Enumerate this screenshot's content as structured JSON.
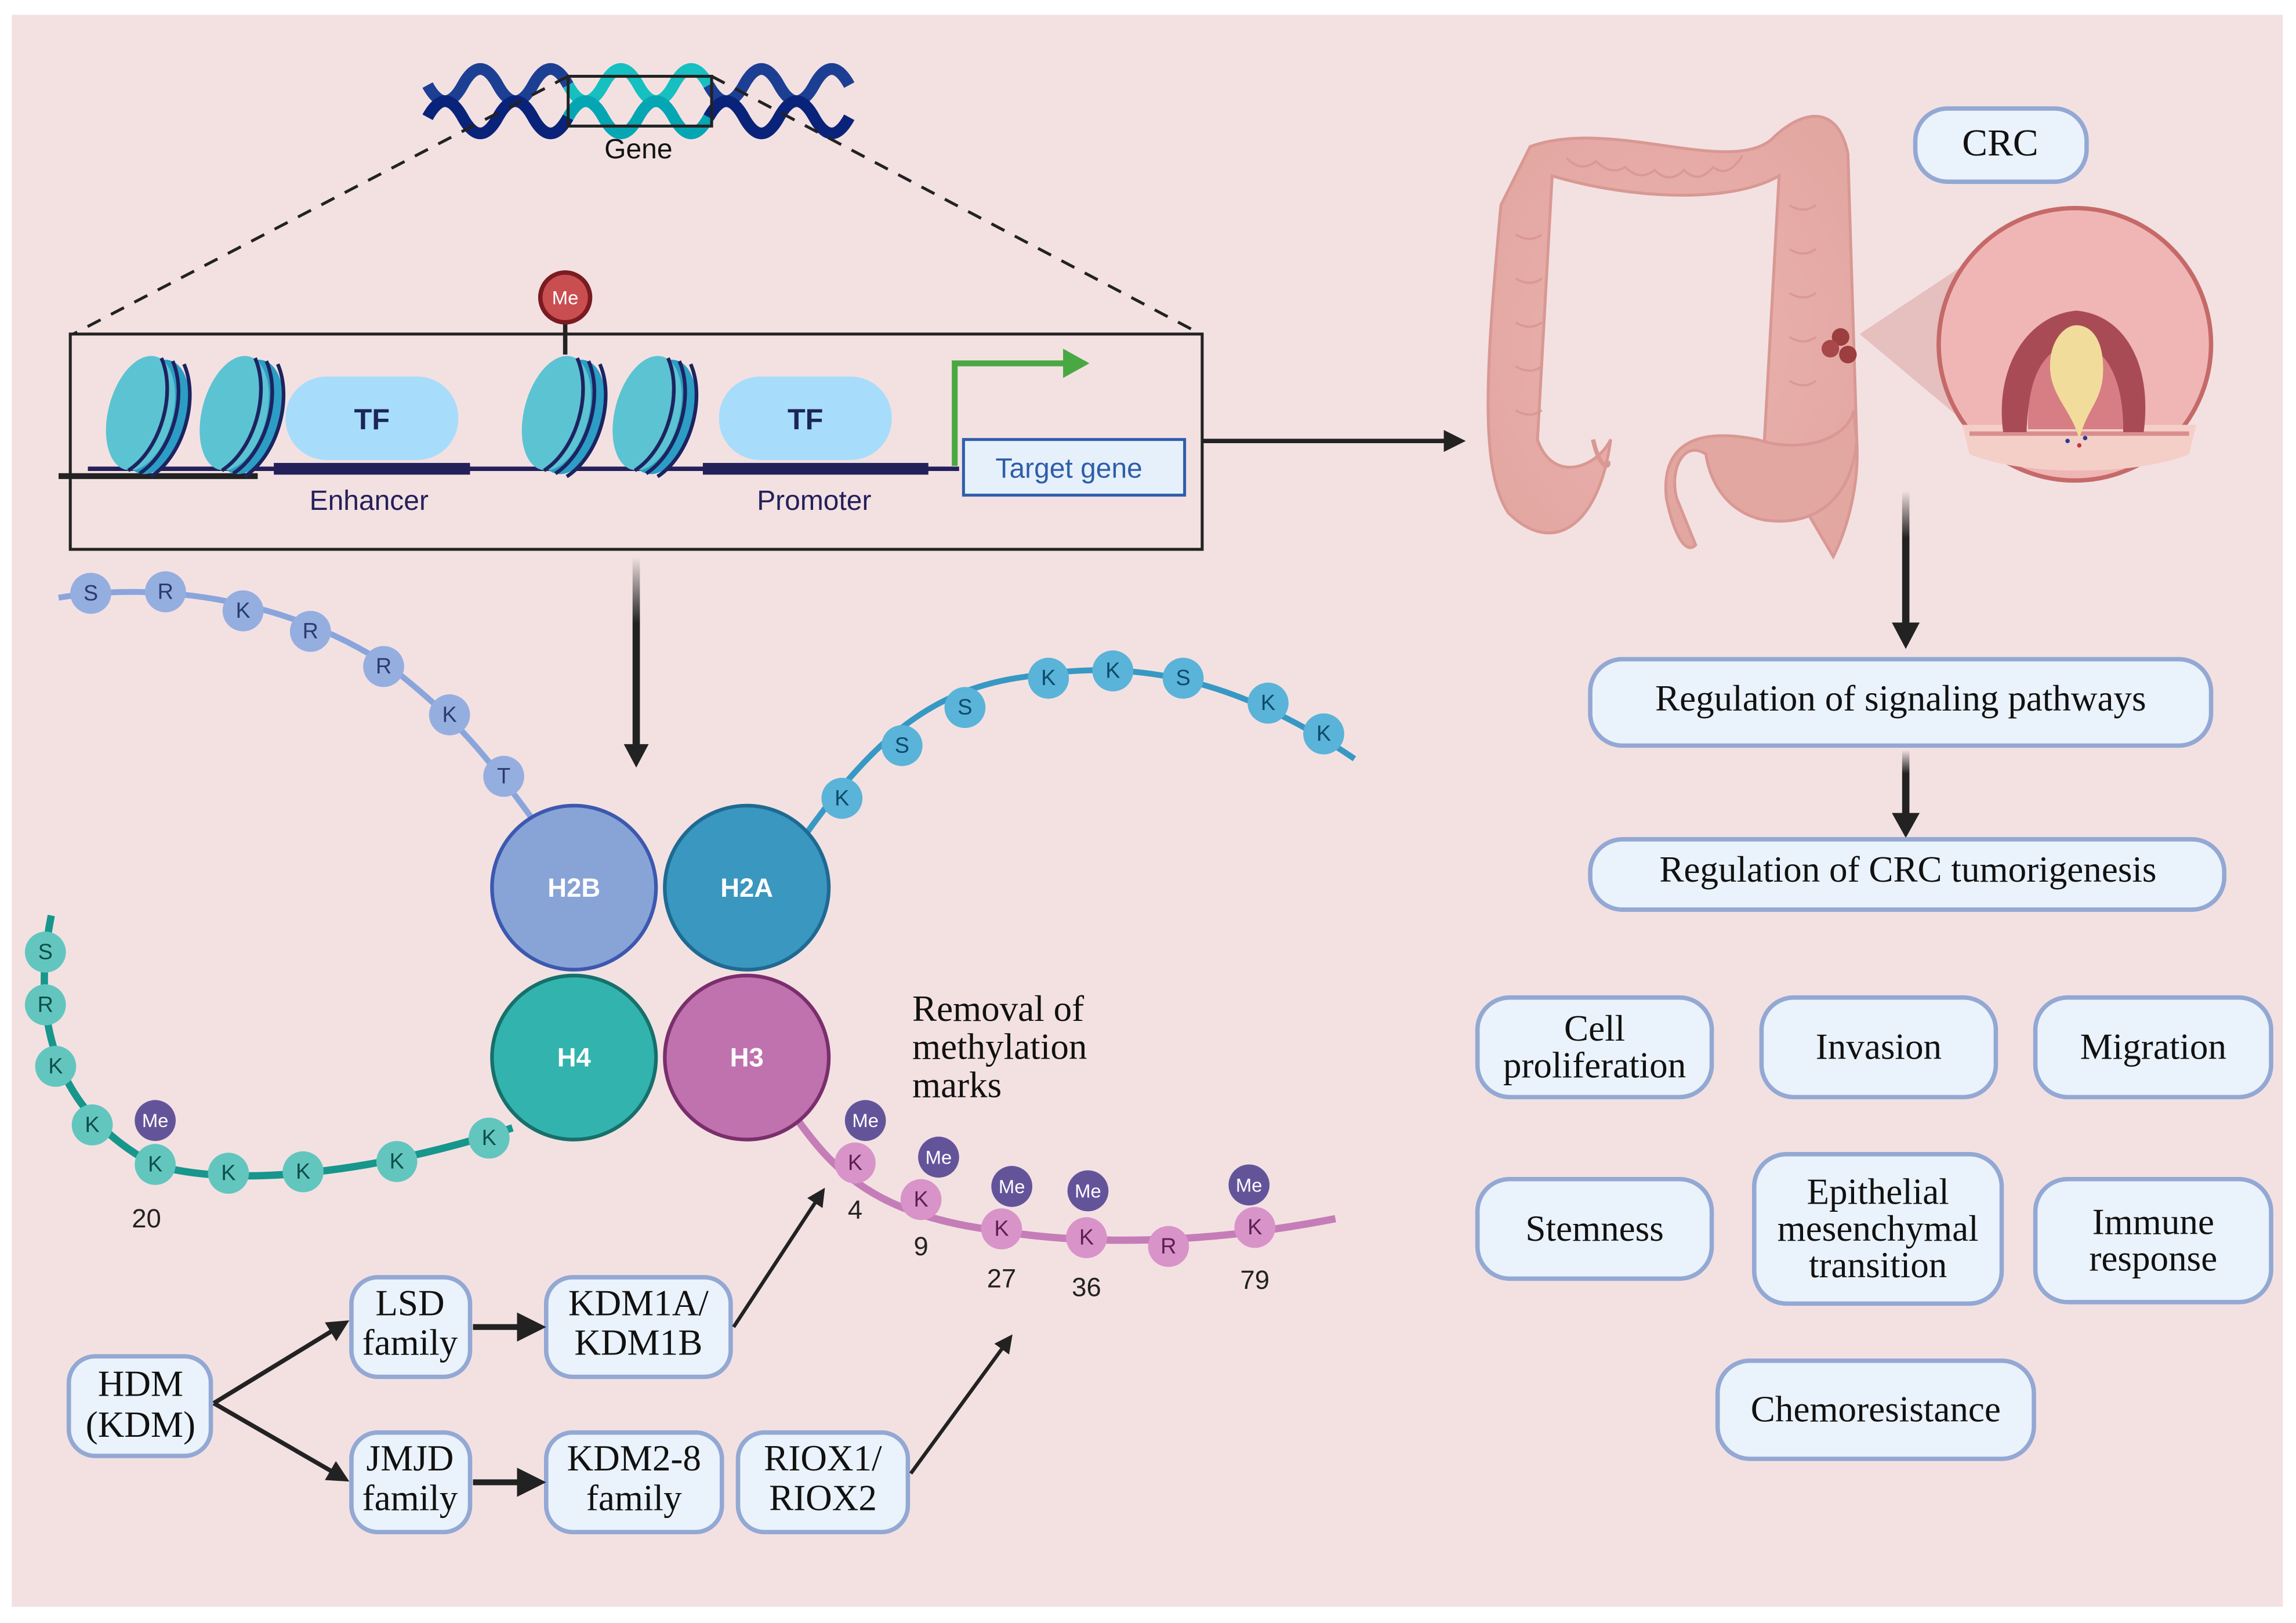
{
  "figure": {
    "background": "#f3e1e2",
    "gene_section": {
      "gene_label": "Gene",
      "methyl_mark": "Me",
      "tf_left": "TF",
      "tf_right": "TF",
      "enhancer_label": "Enhancer",
      "promoter_label": "Promoter",
      "target_gene_label": "Target gene"
    },
    "histones": {
      "core": [
        {
          "id": "h2b",
          "label": "H2B",
          "color": "#88a3d5",
          "stroke": "#3c58b0"
        },
        {
          "id": "h2a",
          "label": "H2A",
          "color": "#3a97bf",
          "stroke": "#1f6a92"
        },
        {
          "id": "h4",
          "label": "H4",
          "color": "#33b3ad",
          "stroke": "#17706b"
        },
        {
          "id": "h3",
          "label": "H3",
          "color": "#bf72ae",
          "stroke": "#7a2f6c"
        }
      ],
      "h2b_tail": {
        "color": "#95aee0",
        "text_color": "#2c3a6e",
        "residues": [
          "S",
          "R",
          "K",
          "R",
          "R",
          "K",
          "T"
        ]
      },
      "h2a_tail": {
        "color": "#5ab3d8",
        "text_color": "#0d4a6b",
        "residues": [
          "K",
          "S",
          "S",
          "K",
          "K",
          "S",
          "K",
          "K"
        ]
      },
      "h4_tail": {
        "color": "#62c6bf",
        "text_color": "#0e4e4a",
        "residues": [
          "S",
          "R",
          "K",
          "K",
          "K",
          "K",
          "K",
          "K",
          "K"
        ],
        "methylated_index": 4,
        "position_label": "20"
      },
      "h3_tail": {
        "color": "#d894c9",
        "text_color": "#5b1f50",
        "residues": [
          "K",
          "K",
          "K",
          "K",
          "R",
          "K"
        ],
        "methylated": [
          true,
          true,
          true,
          true,
          false,
          true
        ],
        "position_labels": [
          "4",
          "9",
          "27",
          "36",
          "",
          "79"
        ]
      },
      "methyl_label": "Me",
      "methyl_color": "#63549a"
    },
    "removal_label": [
      "Removal of",
      "methylation",
      "marks"
    ],
    "enzymes": {
      "hdm": [
        "HDM",
        "(KDM)"
      ],
      "lsd_family": [
        "LSD",
        "family"
      ],
      "jmjd_family": [
        "JMJD",
        "family"
      ],
      "kdm1": [
        "KDM1A/",
        "KDM1B"
      ],
      "kdm2_8": [
        "KDM2-8",
        "family"
      ],
      "riox": [
        "RIOX1/",
        "RIOX2"
      ]
    },
    "crc": {
      "label": "CRC",
      "signaling": "Regulation of signaling pathways",
      "tumorigenesis": "Regulation of CRC tumorigenesis",
      "outcomes": [
        [
          "Cell",
          "proliferation"
        ],
        [
          "Invasion"
        ],
        [
          "Migration"
        ],
        [
          "Stemness"
        ],
        [
          "Epithelial",
          "mesenchymal",
          "transition"
        ],
        [
          "Immune",
          "response"
        ],
        [
          "Chemoresistance"
        ]
      ]
    }
  }
}
